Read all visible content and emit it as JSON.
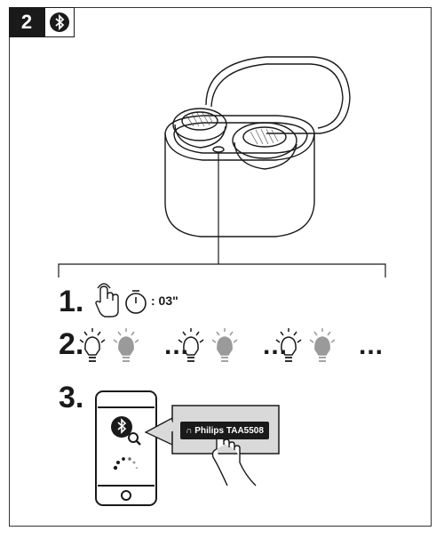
{
  "step": {
    "number": "2",
    "icon": "bluetooth-icon"
  },
  "instructions": [
    {
      "index": "1.",
      "timer": ": 03\"",
      "icons": [
        "touch-hand-icon",
        "timer-icon"
      ]
    },
    {
      "index": "2.",
      "separator": "...",
      "icons": [
        "bulb-on-icon",
        "bulb-off-icon"
      ]
    },
    {
      "index": "3.",
      "device_name": "Philips TAA5508",
      "icons": [
        "phone-icon",
        "bluetooth-search-icon",
        "loading-spinner-icon"
      ]
    }
  ],
  "colors": {
    "ink": "#1a1a1a",
    "gray_bulb": "#9a9a9a",
    "popup_bg": "#d9d9d9"
  }
}
